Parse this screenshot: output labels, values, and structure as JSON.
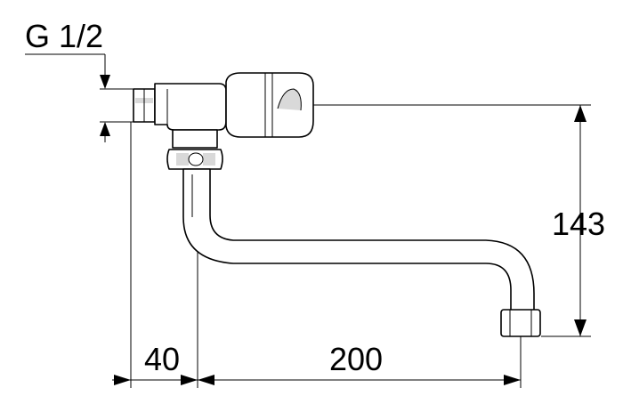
{
  "labels": {
    "thread": "G 1/2",
    "height": "143",
    "offset": "40",
    "reach": "200"
  },
  "colors": {
    "line": "#000000",
    "background": "#ffffff",
    "shade": "#d9d9d9"
  }
}
